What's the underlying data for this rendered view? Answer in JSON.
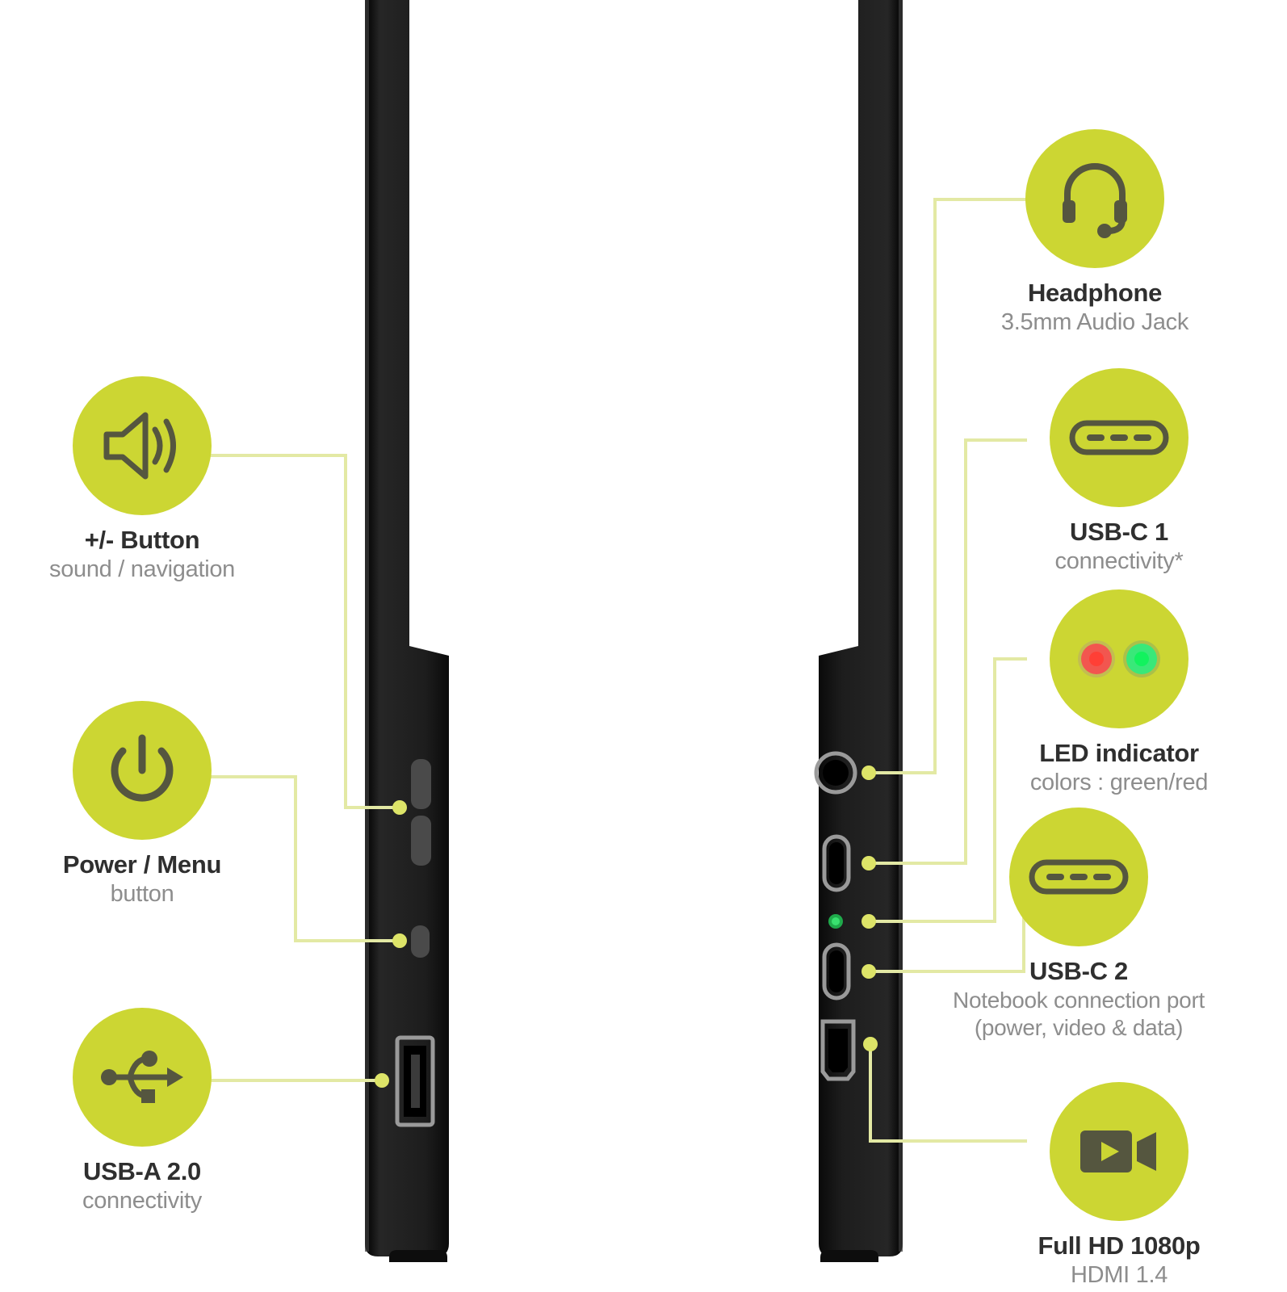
{
  "theme": {
    "accent": "#ccd633",
    "line": "#e3e9a4",
    "icon_dark": "#55563f",
    "device_body": "#1b1b1b",
    "title_color": "#2f2f2f",
    "sub_color": "#8d8d8d",
    "led_red": "#f2564f",
    "led_green": "#2fe36b"
  },
  "callouts": {
    "volume": {
      "title": "+/- Button",
      "subtitle": "sound / navigation",
      "icon": "speaker-volume-icon"
    },
    "power": {
      "title": "Power / Menu",
      "subtitle": "button",
      "icon": "power-icon"
    },
    "usb_a": {
      "title": "USB-A 2.0",
      "subtitle": "connectivity",
      "icon": "usb-trident-icon"
    },
    "headphone": {
      "title": "Headphone",
      "subtitle": "3.5mm Audio Jack",
      "icon": "headset-icon"
    },
    "usb_c1": {
      "title": "USB-C 1",
      "subtitle": "connectivity*",
      "icon": "usb-c-port-icon"
    },
    "led": {
      "title": "LED indicator",
      "subtitle": "colors : green/red",
      "icon": "led-dots-icon"
    },
    "usb_c2": {
      "title": "USB-C 2",
      "subtitle_line1": "Notebook connection port",
      "subtitle_line2": "(power, video & data)",
      "icon": "usb-c-port-icon"
    },
    "hdmi": {
      "title": "Full HD 1080p",
      "subtitle": "HDMI 1.4",
      "icon": "video-camera-icon"
    }
  },
  "devices": {
    "left": {
      "name": "monitor-left-side-view",
      "ports": [
        {
          "name": "volume-rocker-button",
          "type": "button"
        },
        {
          "name": "power-button",
          "type": "button"
        },
        {
          "name": "usb-a-port",
          "type": "port"
        }
      ]
    },
    "right": {
      "name": "monitor-right-side-view",
      "ports": [
        {
          "name": "headphone-jack",
          "type": "port"
        },
        {
          "name": "usb-c-1-port",
          "type": "port"
        },
        {
          "name": "led-indicator",
          "type": "indicator"
        },
        {
          "name": "usb-c-2-port",
          "type": "port"
        },
        {
          "name": "hdmi-port",
          "type": "port"
        }
      ]
    }
  }
}
